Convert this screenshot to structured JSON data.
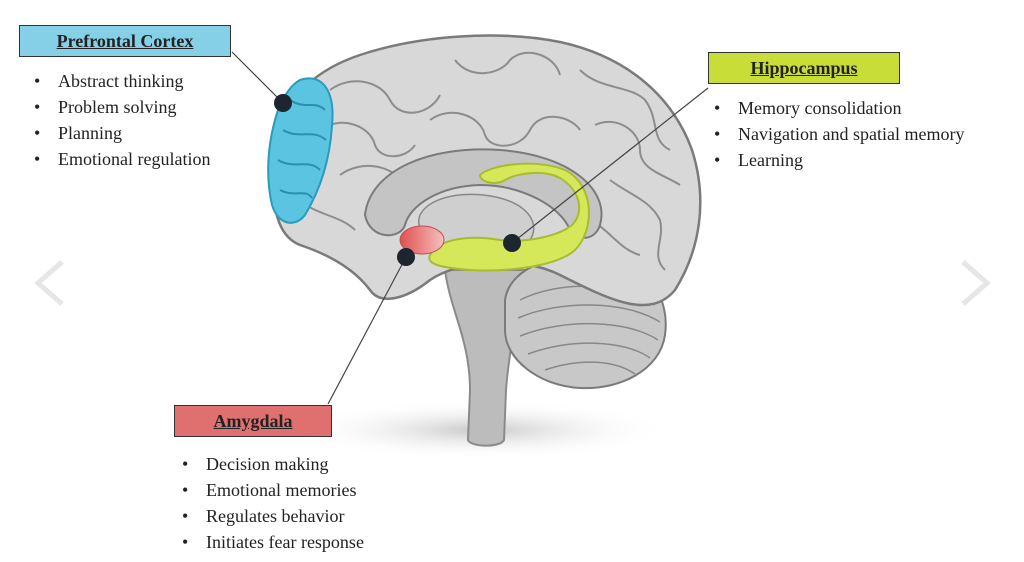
{
  "regions": {
    "prefrontal": {
      "title": "Prefrontal Cortex",
      "color": "#85D0E7",
      "highlight": "#5BC4E0",
      "items": [
        "Abstract thinking",
        "Problem solving",
        "Planning",
        "Emotional regulation"
      ]
    },
    "hippocampus": {
      "title": "Hippocampus",
      "color": "#C9DD38",
      "highlight": "#D4E85A",
      "items": [
        "Memory consolidation",
        "Navigation and spatial memory",
        "Learning"
      ]
    },
    "amygdala": {
      "title": "Amygdala",
      "color": "#E07070",
      "highlight": "#F08A8A",
      "items": [
        "Decision making",
        "Emotional memories",
        "Regulates behavior",
        "Initiates fear response"
      ]
    }
  },
  "nav": {
    "prev_icon": "chevron-left-icon",
    "next_icon": "chevron-right-icon"
  }
}
